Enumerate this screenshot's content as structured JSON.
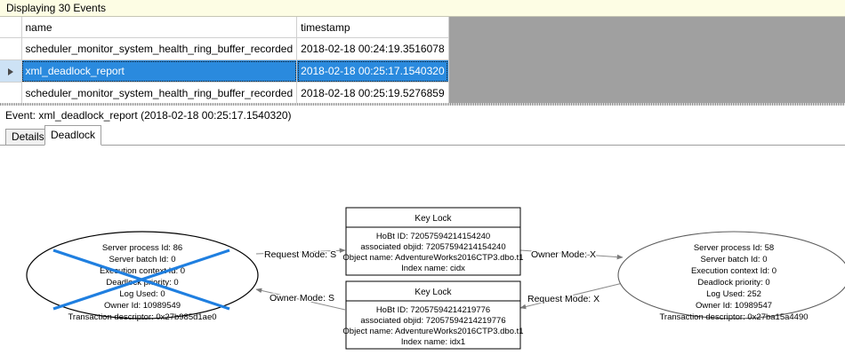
{
  "banner": {
    "text": "Displaying 30 Events"
  },
  "grid": {
    "columns": [
      "",
      "name",
      "timestamp"
    ],
    "rows": [
      {
        "selector": "",
        "name": "scheduler_monitor_system_health_ring_buffer_recorded",
        "timestamp": "2018-02-18 00:24:19.3516078",
        "selected": false
      },
      {
        "selector": "row-arrow",
        "name": "xml_deadlock_report",
        "timestamp": "2018-02-18 00:25:17.1540320",
        "selected": true
      },
      {
        "selector": "",
        "name": "scheduler_monitor_system_health_ring_buffer_recorded",
        "timestamp": "2018-02-18 00:25:19.5276859",
        "selected": false
      }
    ]
  },
  "event_header": {
    "text": "Event: xml_deadlock_report (2018-02-18 00:25:17.1540320)"
  },
  "tabs": [
    {
      "label": "Details",
      "active": false
    },
    {
      "label": "Deadlock",
      "active": true
    }
  ],
  "deadlock_graph": {
    "victim_process": {
      "lines": [
        "Server process Id: 86",
        "Server batch Id: 0",
        "Execution context Id: 0",
        "Deadlock priority: 0",
        "Log Used: 0",
        "Owner Id: 10989549",
        "Transaction descriptor: 0x27b985d1ae0"
      ],
      "is_victim": true,
      "cross_color": "#1f7fe0"
    },
    "winner_process": {
      "lines": [
        "Server process Id: 58",
        "Server batch Id: 0",
        "Execution context Id: 0",
        "Deadlock priority: 0",
        "Log Used: 252",
        "Owner Id: 10989547",
        "Transaction descriptor: 0x27ba15a4490"
      ],
      "is_victim": false
    },
    "resource_top": {
      "title": "Key Lock",
      "lines": [
        "HoBt ID: 72057594214154240",
        "associated objid: 72057594214154240",
        "Object name: AdventureWorks2016CTP3.dbo.t1",
        "Index name: cidx"
      ]
    },
    "resource_bottom": {
      "title": "Key Lock",
      "lines": [
        "HoBt ID: 72057594214219776",
        "associated objid: 72057594214219776",
        "Object name: AdventureWorks2016CTP3.dbo.t1",
        "Index name: idx1"
      ]
    },
    "edges": [
      {
        "id": "victim-request-top",
        "label": "Request Mode: S"
      },
      {
        "id": "winner-owner-top",
        "label": "Owner Mode: X"
      },
      {
        "id": "victim-owner-bottom",
        "label": "Owner Mode: S"
      },
      {
        "id": "winner-request-bottom",
        "label": "Request Mode: X"
      }
    ]
  },
  "colors": {
    "banner_bg": "#fdfde4",
    "selection_blue": "#2a8ade",
    "grid_empty_bg": "#a0a0a0",
    "victim_cross": "#1f7fe0"
  }
}
